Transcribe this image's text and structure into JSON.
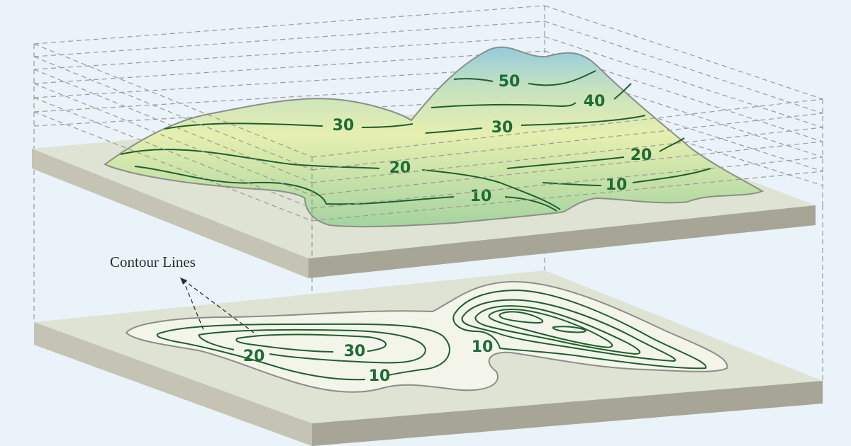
{
  "callout": {
    "text": "Contour Lines"
  },
  "terrain_3d": {
    "labels": {
      "c10_left": "10",
      "c20_left": "20",
      "c30_left": "30",
      "c10_right": "10",
      "c20_right": "20",
      "c30_right": "30",
      "c40": "40",
      "c50": "50"
    }
  },
  "map_2d": {
    "labels": {
      "c10_bottom": "10",
      "c20": "20",
      "c30": "30",
      "c10_right": "10"
    }
  },
  "colors": {
    "background": "#eaf3f9",
    "slab_top": "#dfe3d3",
    "slab_side": "#a6a596",
    "contour": "#1f5e2e",
    "label": "#1f6b35",
    "peak": "#8fc8e0",
    "mid": "#dde9a8",
    "base": "#a9d49a"
  }
}
